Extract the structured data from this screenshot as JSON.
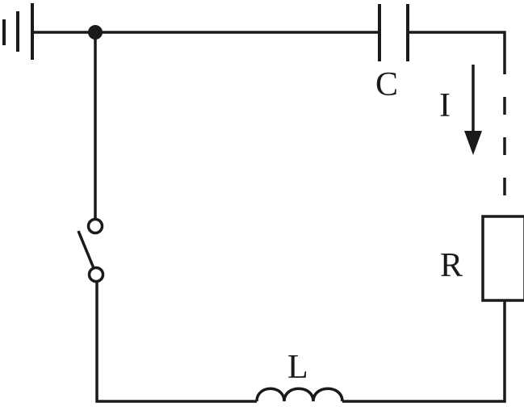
{
  "labels": {
    "capacitor": "C",
    "current": "I",
    "resistor": "R",
    "inductor": "L"
  },
  "colors": {
    "ink": "#1a1a1a",
    "background": "#ffffff"
  },
  "icons": [
    "ground-icon",
    "junction-dot-icon",
    "capacitor-icon",
    "current-arrow-icon",
    "resistor-icon",
    "inductor-icon",
    "switch-icon"
  ]
}
